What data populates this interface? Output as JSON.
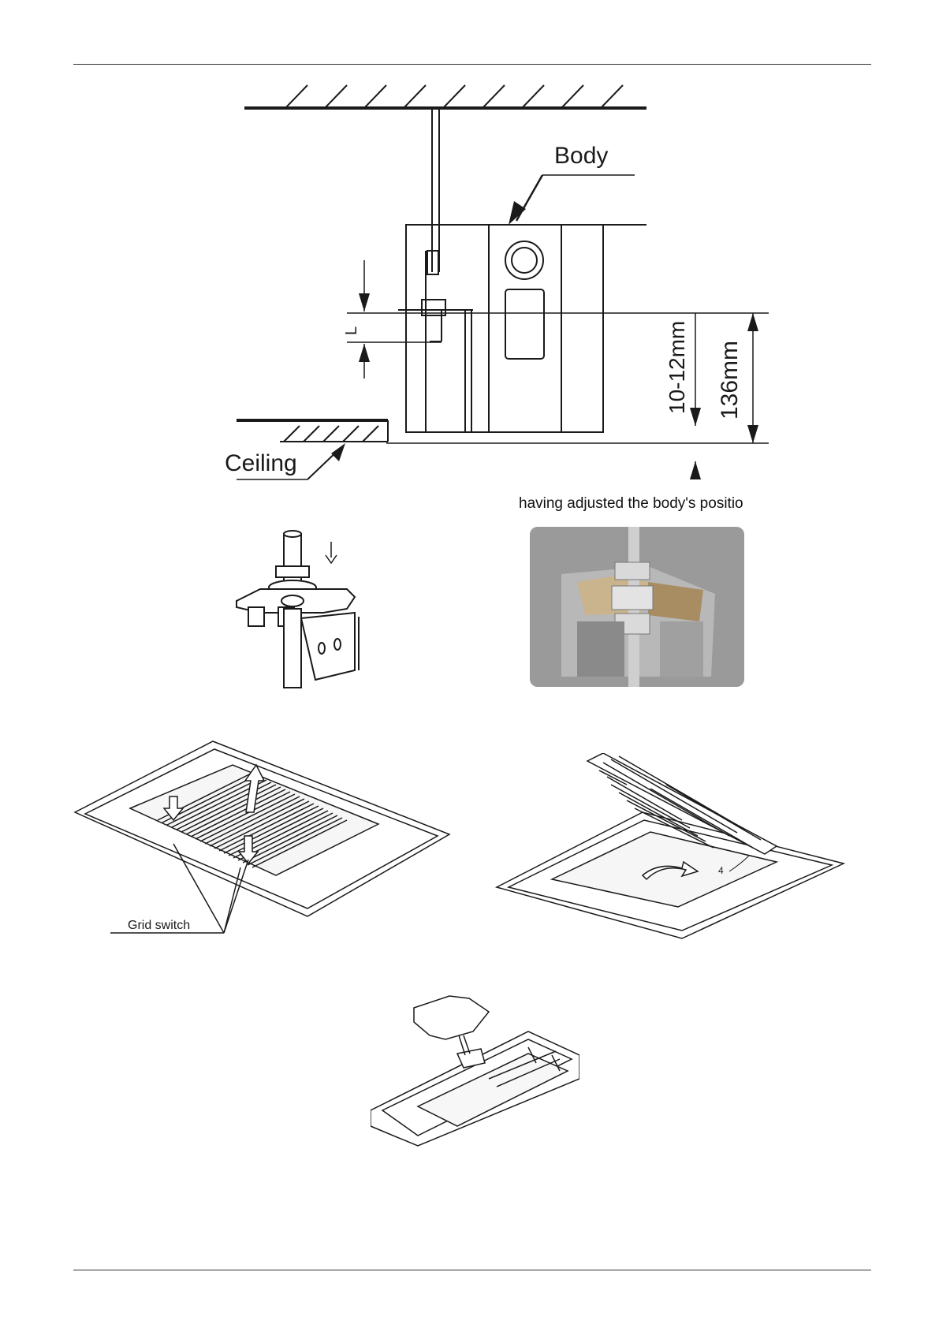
{
  "figure1": {
    "body_label": "Body",
    "ceiling_label": "Ceiling",
    "dim_small": "10-12mm",
    "dim_large": "136mm",
    "dim_l": "L"
  },
  "caption_adjusted": "having adjusted the body's positio",
  "figure3": {
    "grid_switch_label": "Grid switch",
    "angle_label": "4"
  },
  "colors": {
    "line": "#1a1a1a",
    "photo_bg": "#8f8f8f",
    "photo_metal": "#c9b48e"
  }
}
